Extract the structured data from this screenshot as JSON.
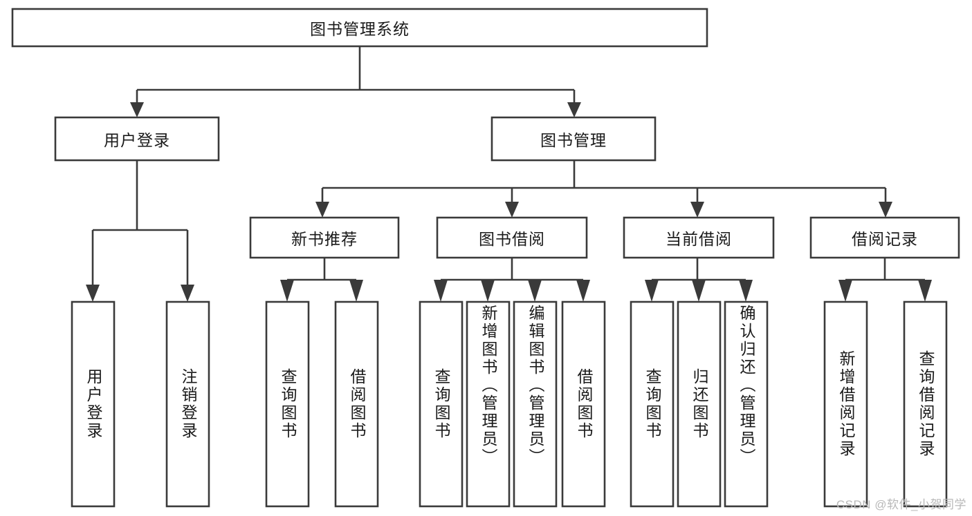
{
  "diagram": {
    "type": "tree-hierarchy",
    "title": "图书管理系统",
    "orientation": "top-down",
    "colors": {
      "box_stroke": "#3a3a3a",
      "box_fill": "#ffffff",
      "connector": "#3a3a3a",
      "text": "#1a1a1a",
      "background": "#ffffff",
      "watermark": "#b8b8b8"
    },
    "levels": [
      {
        "level": 1,
        "nodes": [
          {
            "id": "root",
            "label": "图书管理系统",
            "orientation": "horizontal"
          }
        ]
      },
      {
        "level": 2,
        "nodes": [
          {
            "id": "login",
            "label": "用户登录",
            "orientation": "horizontal",
            "parent": "root"
          },
          {
            "id": "bookmgmt",
            "label": "图书管理",
            "orientation": "horizontal",
            "parent": "root"
          }
        ]
      },
      {
        "level": 3,
        "nodes": [
          {
            "id": "newbook",
            "label": "新书推荐",
            "orientation": "horizontal",
            "parent": "bookmgmt"
          },
          {
            "id": "borrow",
            "label": "图书借阅",
            "orientation": "horizontal",
            "parent": "bookmgmt"
          },
          {
            "id": "current",
            "label": "当前借阅",
            "orientation": "horizontal",
            "parent": "bookmgmt"
          },
          {
            "id": "record",
            "label": "借阅记录",
            "orientation": "horizontal",
            "parent": "bookmgmt"
          }
        ]
      },
      {
        "level": 4,
        "nodes": [
          {
            "id": "leaf1",
            "label": "用户登录",
            "orientation": "vertical",
            "parent": "login"
          },
          {
            "id": "leaf2",
            "label": "注销登录",
            "orientation": "vertical",
            "parent": "login"
          },
          {
            "id": "leaf3",
            "label": "查询图书",
            "orientation": "vertical",
            "parent": "newbook"
          },
          {
            "id": "leaf4",
            "label": "借阅图书",
            "orientation": "vertical",
            "parent": "newbook"
          },
          {
            "id": "leaf5",
            "label": "查询图书",
            "orientation": "vertical",
            "parent": "borrow"
          },
          {
            "id": "leaf6",
            "label": "新增图书（管理员）",
            "orientation": "vertical",
            "parent": "borrow"
          },
          {
            "id": "leaf7",
            "label": "编辑图书（管理员）",
            "orientation": "vertical",
            "parent": "borrow"
          },
          {
            "id": "leaf8",
            "label": "借阅图书",
            "orientation": "vertical",
            "parent": "borrow"
          },
          {
            "id": "leaf9",
            "label": "查询图书",
            "orientation": "vertical",
            "parent": "current"
          },
          {
            "id": "leaf10",
            "label": "归还图书",
            "orientation": "vertical",
            "parent": "current"
          },
          {
            "id": "leaf11",
            "label": "确认归还（管理员）",
            "orientation": "vertical",
            "parent": "current"
          },
          {
            "id": "leaf12",
            "label": "新增借阅记录",
            "orientation": "vertical",
            "parent": "record"
          },
          {
            "id": "leaf13",
            "label": "查询借阅记录",
            "orientation": "vertical",
            "parent": "record"
          }
        ]
      }
    ],
    "watermark": "CSDN @软件_小贺同学"
  }
}
